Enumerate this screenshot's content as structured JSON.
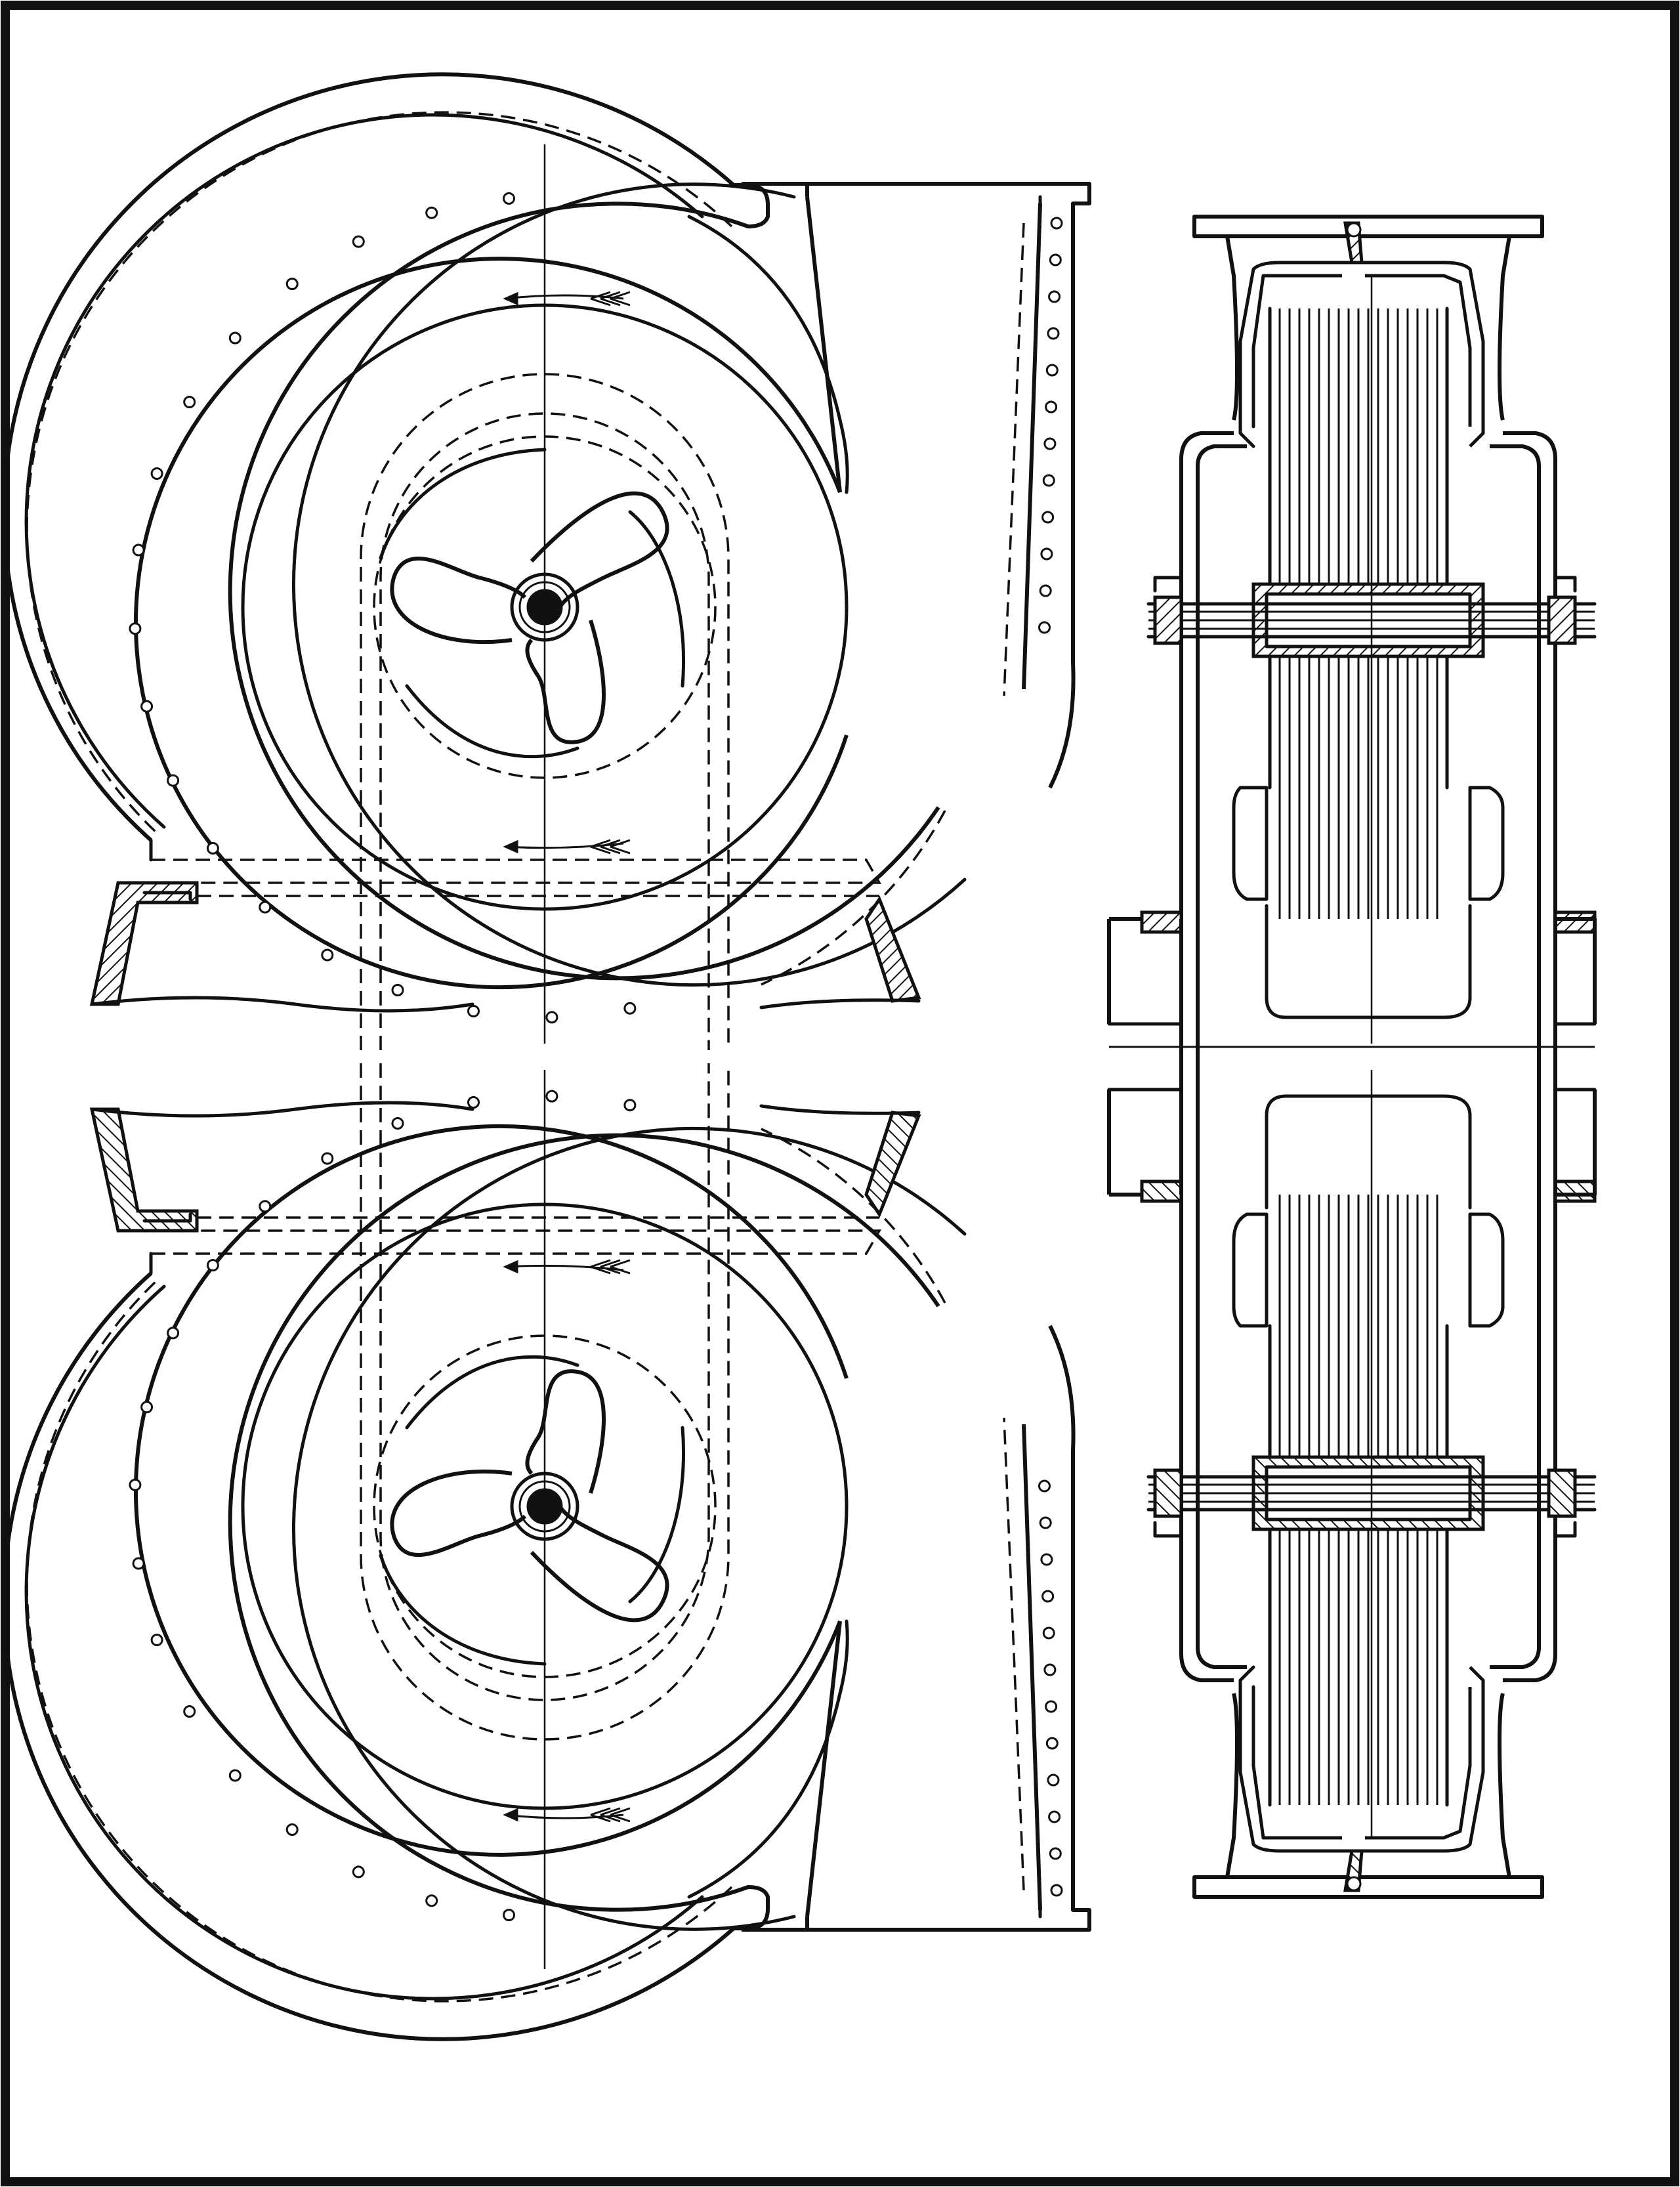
{
  "drawing": {
    "colors": {
      "ink": "#111111",
      "paper": "#ffffff"
    },
    "views": [
      "volute-elevation-upper",
      "volute-elevation-lower",
      "sectional-side-view"
    ]
  }
}
